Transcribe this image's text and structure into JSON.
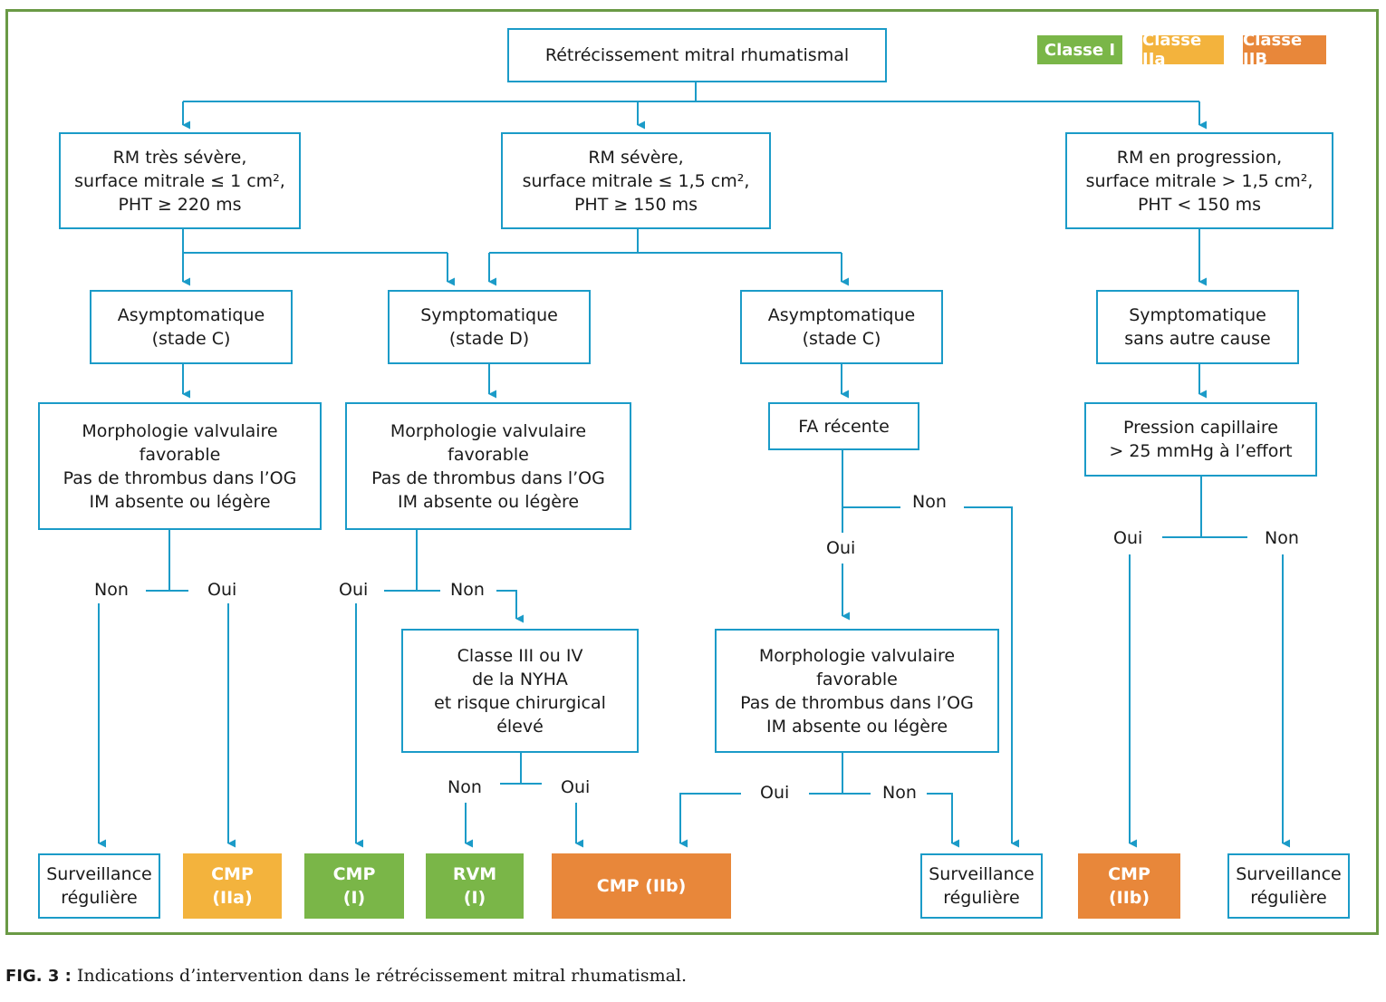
{
  "legend": {
    "classe_i": "Classe I",
    "classe_iia": "Classe IIa",
    "classe_iib": "Classe IIB"
  },
  "colors": {
    "line": "#1b9bc8",
    "class_i": "#7ab648",
    "class_iia": "#f3b33d",
    "class_iib": "#e8873a",
    "frame": "#6a9a45"
  },
  "nodes": {
    "root": "Rétrécissement mitral rhumatismal",
    "rm_tres_severe": "RM très sévère,\nsurface mitrale ≤ 1 cm²,\nPHT ≥ 220 ms",
    "rm_severe": "RM sévère,\nsurface mitrale ≤ 1,5 cm²,\nPHT ≥ 150 ms",
    "rm_progression": "RM en progression,\nsurface mitrale > 1,5 cm²,\nPHT < 150 ms",
    "asympto_c1": "Asymptomatique\n(stade C)",
    "sympto_d": "Symptomatique\n(stade D)",
    "asympto_c2": "Asymptomatique\n(stade C)",
    "sympto_sans_cause": "Symptomatique\nsans autre cause",
    "morpho_1": "Morphologie valvulaire\nfavorable\nPas de thrombus dans l’OG\nIM absente ou légère",
    "morpho_2": "Morphologie valvulaire\nfavorable\nPas de thrombus dans l’OG\nIM absente ou légère",
    "fa_recente": "FA récente",
    "pression_capillaire": "Pression capillaire\n> 25 mmHg à l’effort",
    "classe_nyha": "Classe III ou IV\nde la NYHA\net risque chirurgical\nélevé",
    "morpho_3": "Morphologie valvulaire\nfavorable\nPas de thrombus dans l’OG\nIM absente ou légère"
  },
  "outcomes": {
    "surveillance_1": "Surveillance\nrégulière",
    "cmp_iia": "CMP\n(IIa)",
    "cmp_i": "CMP\n(I)",
    "rvm_i": "RVM\n(I)",
    "cmp_iib_1": "CMP (IIb)",
    "surveillance_2": "Surveillance\nrégulière",
    "cmp_iib_2": "CMP\n(IIb)",
    "surveillance_3": "Surveillance\nrégulière"
  },
  "labels": {
    "non_1": "Non",
    "oui_1": "Oui",
    "oui_2": "Oui",
    "non_2": "Non",
    "non_3": "Non",
    "oui_3": "Oui",
    "non_fa": "Non",
    "oui_fa": "Oui",
    "oui_4": "Oui",
    "non_4": "Non",
    "oui_pc": "Oui",
    "non_pc": "Non"
  },
  "caption": {
    "fig": "FIG. 3 :",
    "text": "Indications d’intervention dans le rétrécissement mitral rhumatismal."
  }
}
